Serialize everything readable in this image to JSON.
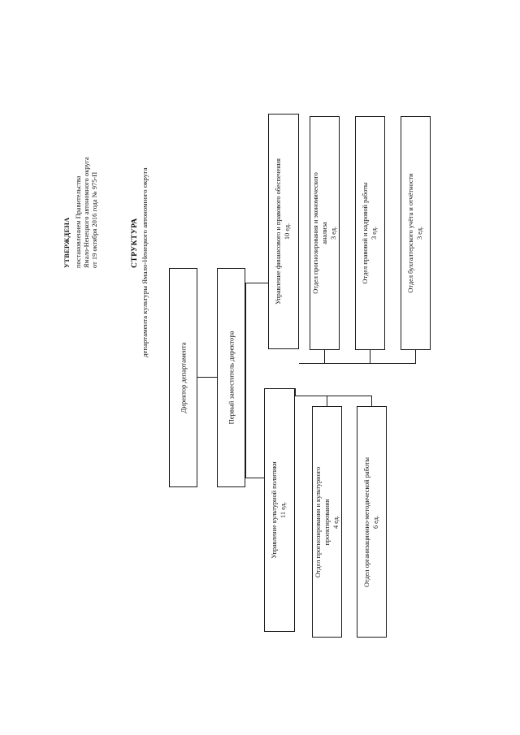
{
  "document": {
    "approval": {
      "heading": "УТВЕРЖДЕНА",
      "line1": "постановлением Правительства",
      "line2": "Ямало-Ненецкого автономного округа",
      "line3": "от 19 октября 2016 года № 975-П"
    },
    "title": {
      "main": "СТРУКТУРА",
      "subtitle": "департамента культуры Ямало-Ненецкого автономного округа"
    }
  },
  "chart_data": {
    "type": "diagram",
    "title": "СТРУКТУРА департамента культуры Ямало-Ненецкого автономного округа",
    "orientation": "rotated-90-landscape",
    "nodes": [
      {
        "id": "director",
        "label": "Директор департамента",
        "units": ""
      },
      {
        "id": "deputy",
        "label": "Первый заместитель директора",
        "units": ""
      },
      {
        "id": "fin_dept",
        "label": "Управление финансового и правового обеспечения",
        "units": "10 ед."
      },
      {
        "id": "fin_1",
        "label": "Отдел прогнозирования и экономического анализа",
        "units": "3 ед."
      },
      {
        "id": "fin_2",
        "label": "Отдел правовой и кадровой работы",
        "units": "3 ед."
      },
      {
        "id": "fin_3",
        "label": "Отдел бухгалтерского учёта и отчётности",
        "units": "3 ед."
      },
      {
        "id": "cult_dept",
        "label": "Управление культурной политики",
        "units": "11 ед."
      },
      {
        "id": "cult_1",
        "label": "Отдел прогнозирования и культурного проектирования",
        "units": "4 ед."
      },
      {
        "id": "cult_2",
        "label": "Отдел организационно-методической работы",
        "units": "6 ед."
      }
    ],
    "edges": [
      {
        "from": "director",
        "to": "deputy"
      },
      {
        "from": "deputy",
        "to": "fin_dept"
      },
      {
        "from": "deputy",
        "to": "cult_dept"
      },
      {
        "from": "fin_dept",
        "to": "fin_1"
      },
      {
        "from": "fin_dept",
        "to": "fin_2"
      },
      {
        "from": "fin_dept",
        "to": "fin_3"
      },
      {
        "from": "cult_dept",
        "to": "cult_1"
      },
      {
        "from": "cult_dept",
        "to": "cult_2"
      }
    ]
  },
  "boxes": {
    "director": {
      "l1": "Директор департамента",
      "l2": ""
    },
    "deputy": {
      "l1": "Первый заместитель директора",
      "l2": ""
    },
    "fin_dept": {
      "l1": "Управление финансового и правового обеспечения",
      "l2": "10 ед."
    },
    "fin_1": {
      "l1": "Отдел прогнозирования и экономического",
      "l2": "анализа",
      "l3": "3 ед."
    },
    "fin_2": {
      "l1": "Отдел правовой и кадровой работы",
      "l2": "3 ед."
    },
    "fin_3": {
      "l1": "Отдел бухгалтерского учёта и отчётности",
      "l2": "3 ед."
    },
    "cult_dept": {
      "l1": "Управление культурной политики",
      "l2": "11 ед."
    },
    "cult_1": {
      "l1": "Отдел прогнозирования и культурного",
      "l2": "проектирования",
      "l3": "4 ед."
    },
    "cult_2": {
      "l1": "Отдел организационно-методической работы",
      "l2": "6 ед."
    }
  },
  "colors": {
    "ink": "#1a1a1a",
    "paper": "#ffffff"
  }
}
